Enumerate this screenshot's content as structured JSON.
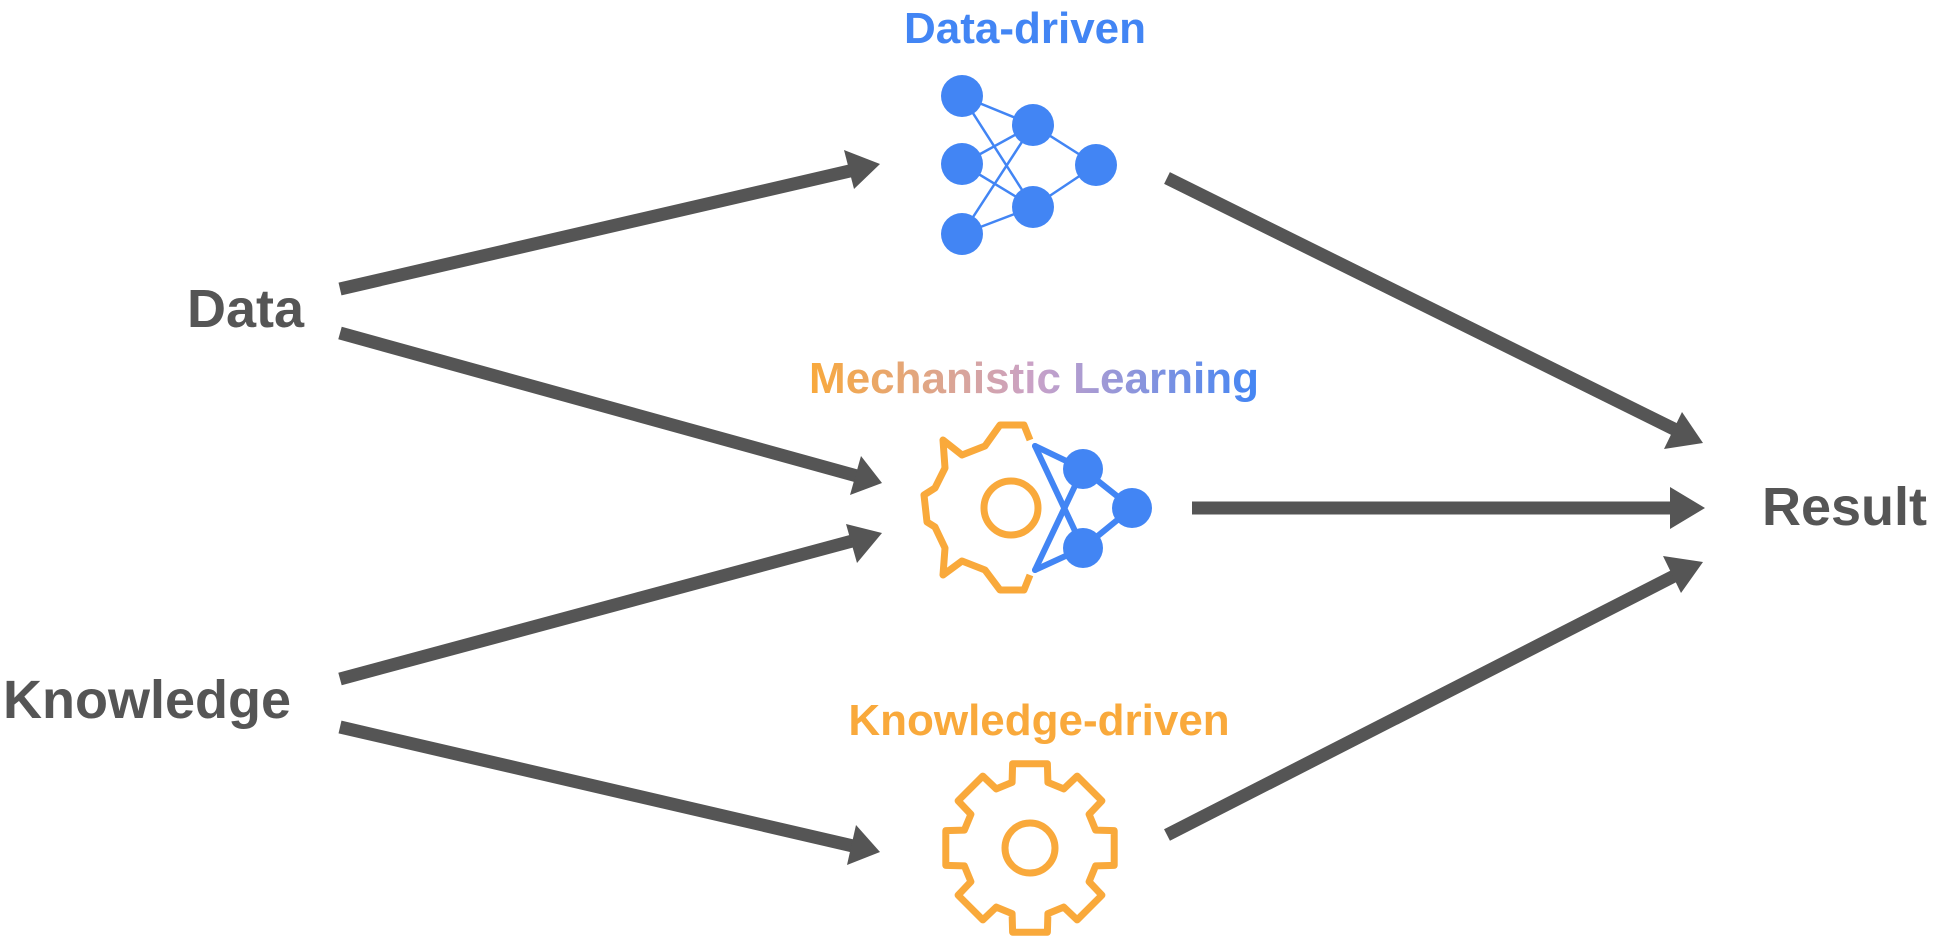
{
  "inputs": {
    "data_label": "Data",
    "knowledge_label": "Knowledge"
  },
  "output": {
    "result_label": "Result"
  },
  "models": {
    "data_driven": {
      "title": "Data-driven",
      "icon": "neural-network-icon"
    },
    "mechanistic": {
      "title_part1": "Mechanistic",
      "title_part2": "Learning",
      "icon": "gear-neural-network-icon"
    },
    "knowledge_driven": {
      "title": "Knowledge-driven",
      "icon": "gear-icon"
    }
  },
  "colors": {
    "text_gray": "#555555",
    "arrow_gray": "#555555",
    "blue": "#4285F4",
    "orange": "#F9A93B",
    "gradient_mid": "#C9A2C8"
  }
}
